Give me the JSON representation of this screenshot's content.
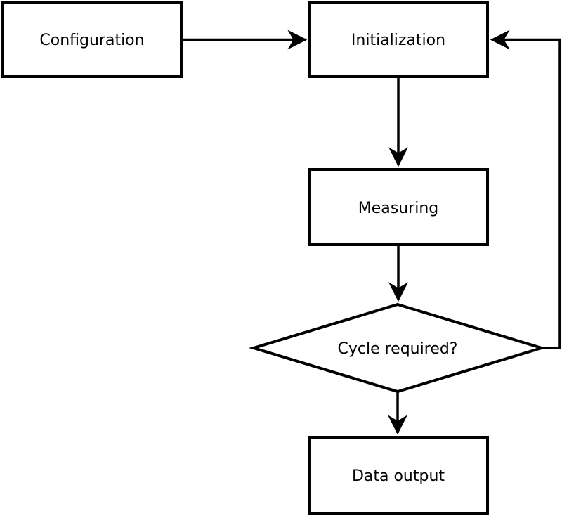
{
  "colors": {
    "stroke": "#000000",
    "node_fill": "#ffffff",
    "background": "#ffffff",
    "text": "#000000"
  },
  "nodes": {
    "configuration": {
      "label": "Configuration",
      "shape": "rectangle"
    },
    "initialization": {
      "label": "Initialization",
      "shape": "rectangle"
    },
    "measuring": {
      "label": "Measuring",
      "shape": "rectangle"
    },
    "cycle_required": {
      "label": "Cycle required?",
      "shape": "diamond"
    },
    "data_output": {
      "label": "Data output",
      "shape": "rectangle"
    }
  },
  "edges": [
    {
      "from": "configuration",
      "to": "initialization",
      "style": "arrow"
    },
    {
      "from": "initialization",
      "to": "measuring",
      "style": "arrow"
    },
    {
      "from": "measuring",
      "to": "cycle_required",
      "style": "arrow"
    },
    {
      "from": "cycle_required",
      "to": "data_output",
      "style": "arrow"
    },
    {
      "from": "cycle_required",
      "to": "initialization",
      "style": "arrow-feedback-loop"
    }
  ]
}
